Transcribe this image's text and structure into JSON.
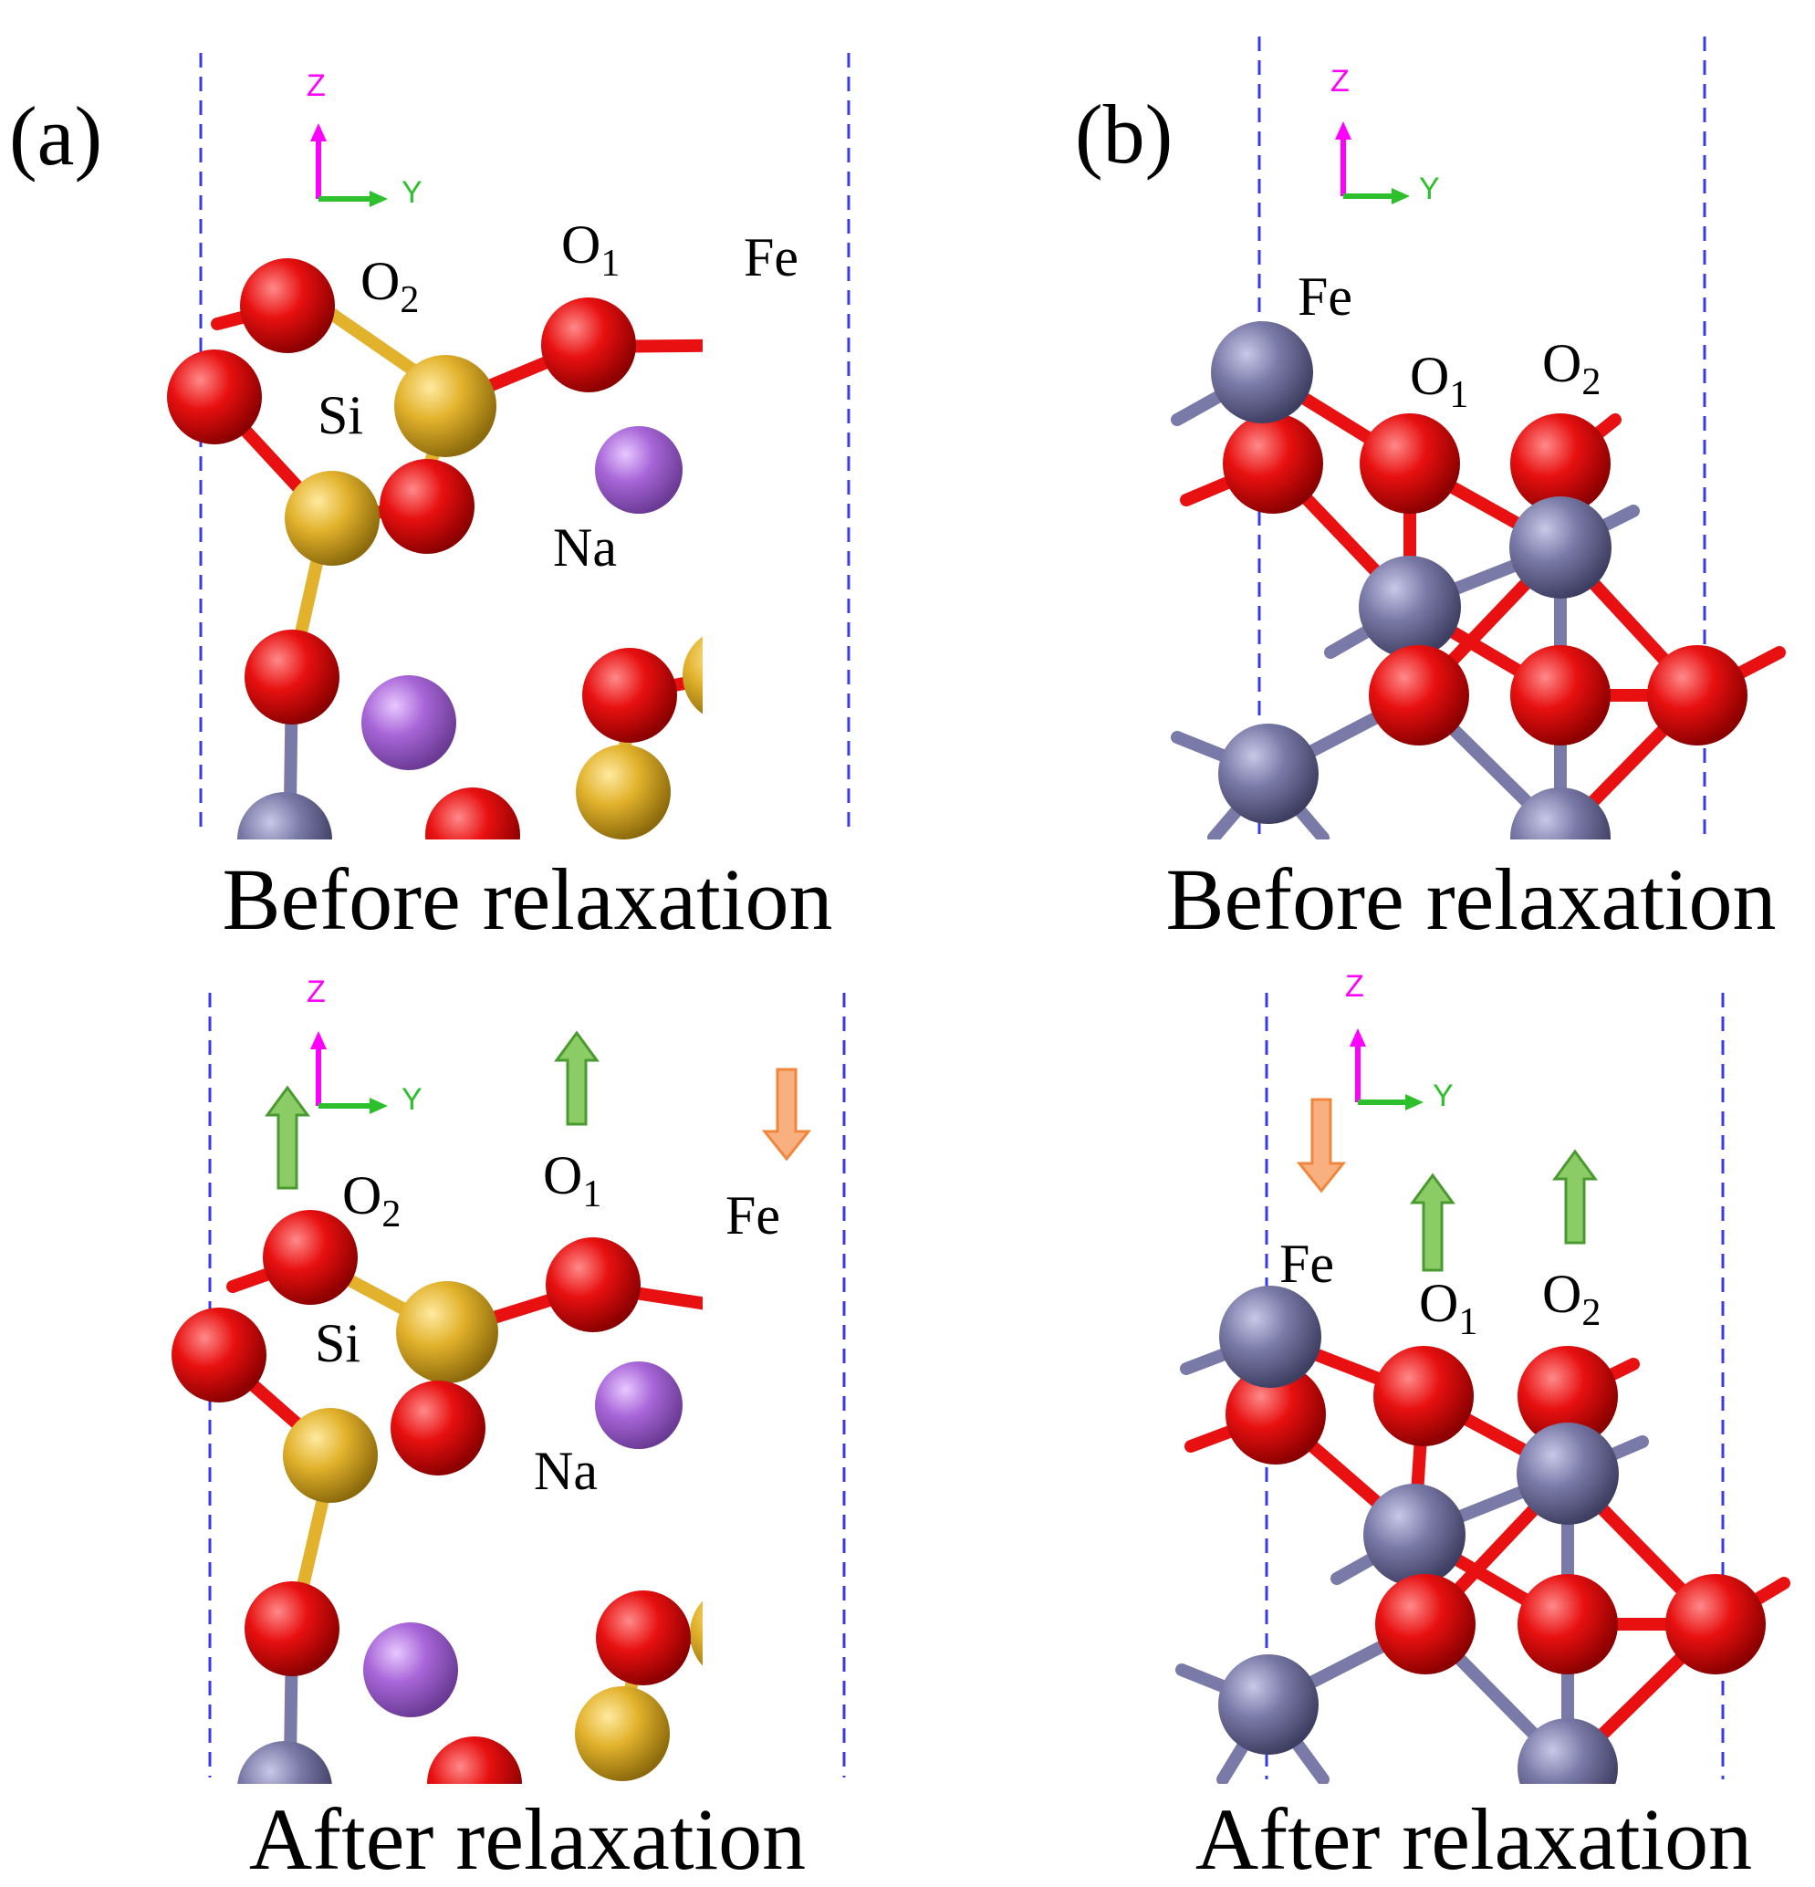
{
  "panels": [
    {
      "letter": "(a)",
      "top_caption": "Before relaxation",
      "bottom_caption": "After relaxation"
    },
    {
      "letter": "(b)",
      "top_caption": "Before relaxation",
      "bottom_caption": "After relaxation"
    }
  ],
  "axes": {
    "z": "Z",
    "y": "Y"
  },
  "atoms": {
    "O": "O",
    "sub1": "1",
    "sub2": "2",
    "Fe": "Fe",
    "Si": "Si",
    "Na": "Na"
  },
  "colors": {
    "oxygen": "#e81010",
    "iron": "#7a7aa8",
    "silicon": "#e2b22c",
    "sodium": "#a866d8",
    "cell_boundary": "#3a3ae6",
    "arrow_up": "#5aa83c",
    "arrow_down": "#f0863c"
  },
  "legend_shifts": {
    "up": "green arrow",
    "down": "orange arrow"
  }
}
